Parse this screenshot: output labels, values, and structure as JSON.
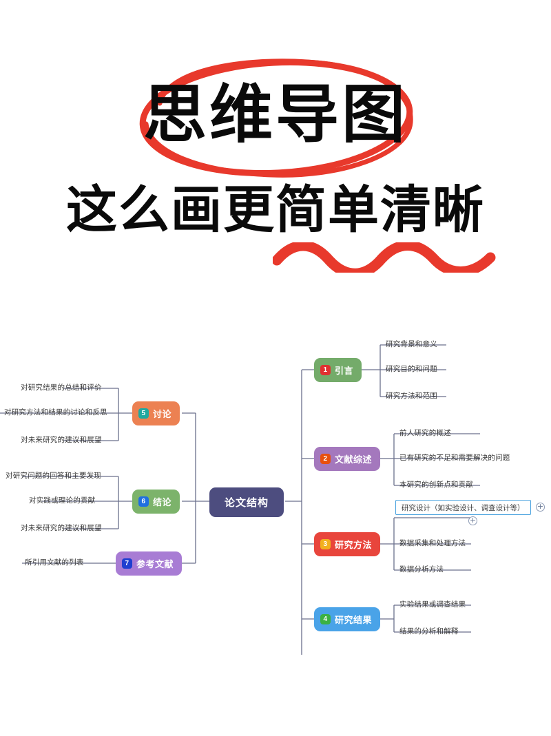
{
  "header": {
    "title": "思维导图",
    "subtitle": "这么画更简单清晰",
    "annotation_color": "#e8392c"
  },
  "mindmap": {
    "center": {
      "label": "论文结构",
      "color": "#4d4d7f"
    },
    "branches": [
      {
        "number": "1",
        "label": "引言",
        "color": "#74ab6a",
        "badge_color": "#e03131",
        "side": "right",
        "children": [
          "研究背景和意义",
          "研究目的和问题",
          "研究方法和范围"
        ]
      },
      {
        "number": "2",
        "label": "文献综述",
        "color": "#a478bd",
        "badge_color": "#e8500f",
        "side": "right",
        "children": [
          "前人研究的概述",
          "已有研究的不足和需要解决的问题",
          "本研究的创新点和贡献"
        ]
      },
      {
        "number": "3",
        "label": "研究方法",
        "color": "#e8453c",
        "badge_color": "#f2b01e",
        "side": "right",
        "children": [
          "研究设计（如实验设计、调查设计等）",
          "数据采集和处理方法",
          "数据分析方法"
        ]
      },
      {
        "number": "4",
        "label": "研究结果",
        "color": "#4aa3e8",
        "badge_color": "#3bb143",
        "side": "right",
        "children": [
          "实验结果或调查结果",
          "结果的分析和解释"
        ]
      },
      {
        "number": "5",
        "label": "讨论",
        "color": "#ec8152",
        "badge_color": "#1fa9a0",
        "side": "left",
        "children": [
          "对研究结果的总结和评价",
          "对研究方法和结果的讨论和反思",
          "对未来研究的建议和展望"
        ]
      },
      {
        "number": "6",
        "label": "结论",
        "color": "#7cb36b",
        "badge_color": "#1f6fe0",
        "side": "left",
        "children": [
          "对研究问题的回答和主要发现",
          "对实践或理论的贡献",
          "对未来研究的建议和展望"
        ]
      },
      {
        "number": "7",
        "label": "参考文献",
        "color": "#a87cd4",
        "badge_color": "#1f3fd0",
        "side": "left",
        "children": [
          "所引用文献的列表"
        ]
      }
    ],
    "selection": {
      "selected_node_text": "研究设计（如实验设计、调查设计等）",
      "border_color": "#4aa3df",
      "add_button_label": "+"
    },
    "line_color": "#6a6f8c"
  }
}
